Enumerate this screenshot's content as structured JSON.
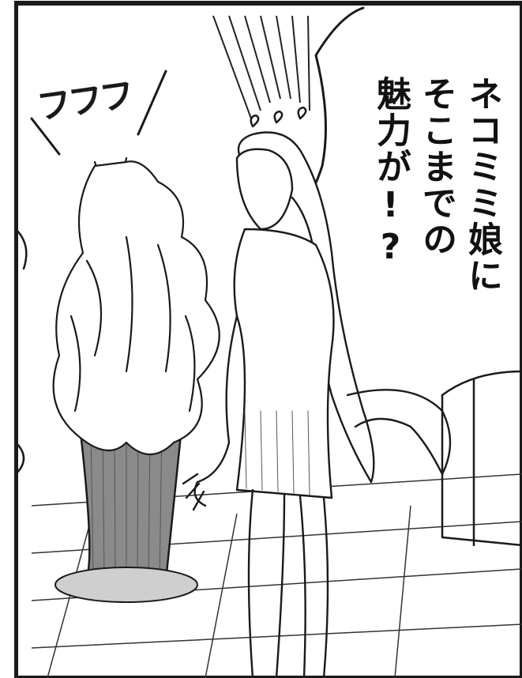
{
  "speech": {
    "lines": [
      "ネコミミ娘に",
      "そこまでの",
      "魅力が!?"
    ]
  },
  "sfx": {
    "text": "フフフ"
  },
  "colors": {
    "ink": "#1a1a1a",
    "paper": "#ffffff",
    "screentone": "#8a8a8a"
  }
}
